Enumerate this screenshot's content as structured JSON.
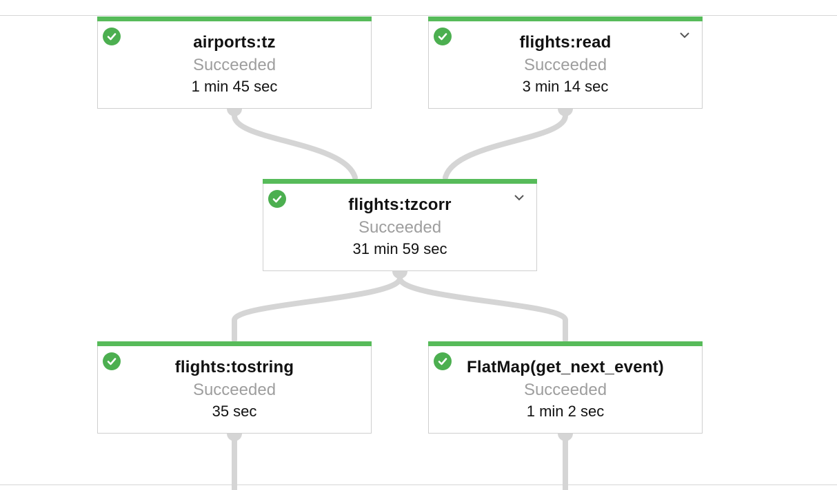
{
  "colors": {
    "success": "#57bb5a",
    "check": "#4caf50",
    "edge": "#d5d5d5",
    "status_text": "#9e9e9e"
  },
  "nodes": [
    {
      "id": "airports-tz",
      "title": "airports:tz",
      "status": "Succeeded",
      "duration": "1 min 45 sec",
      "expandable": false,
      "icon": "check-circle-icon"
    },
    {
      "id": "flights-read",
      "title": "flights:read",
      "status": "Succeeded",
      "duration": "3 min 14 sec",
      "expandable": true,
      "icon": "check-circle-icon"
    },
    {
      "id": "flights-tzcorr",
      "title": "flights:tzcorr",
      "status": "Succeeded",
      "duration": "31 min 59 sec",
      "expandable": true,
      "icon": "check-circle-icon"
    },
    {
      "id": "flights-tostring",
      "title": "flights:tostring",
      "status": "Succeeded",
      "duration": "35 sec",
      "expandable": false,
      "icon": "check-circle-icon"
    },
    {
      "id": "flatmap-get-next-event",
      "title": "FlatMap(get_next_event)",
      "status": "Succeeded",
      "duration": "1 min 2 sec",
      "expandable": false,
      "icon": "check-circle-icon"
    }
  ],
  "edges": [
    {
      "from": "airports-tz",
      "to": "flights-tzcorr"
    },
    {
      "from": "flights-read",
      "to": "flights-tzcorr"
    },
    {
      "from": "flights-tzcorr",
      "to": "flights-tostring"
    },
    {
      "from": "flights-tzcorr",
      "to": "flatmap-get-next-event"
    }
  ]
}
